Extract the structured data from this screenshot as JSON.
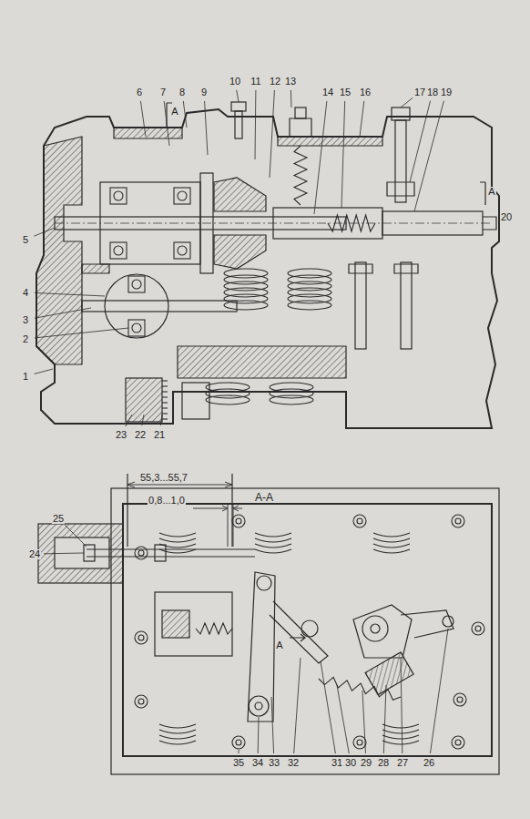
{
  "diagram": {
    "labels": [
      "6",
      "7",
      "8",
      "9",
      "10",
      "11",
      "12",
      "13",
      "14",
      "15",
      "16",
      "17",
      "18",
      "19",
      "А",
      "А",
      "5",
      "20",
      "4",
      "3",
      "2",
      "1",
      "23",
      "22",
      "21",
      "А-А",
      "55,3...55,7",
      "0,8...1,0",
      "25",
      "24",
      "А",
      "35",
      "34",
      "33",
      "32",
      "31",
      "30",
      "29",
      "28",
      "27",
      "26"
    ]
  }
}
